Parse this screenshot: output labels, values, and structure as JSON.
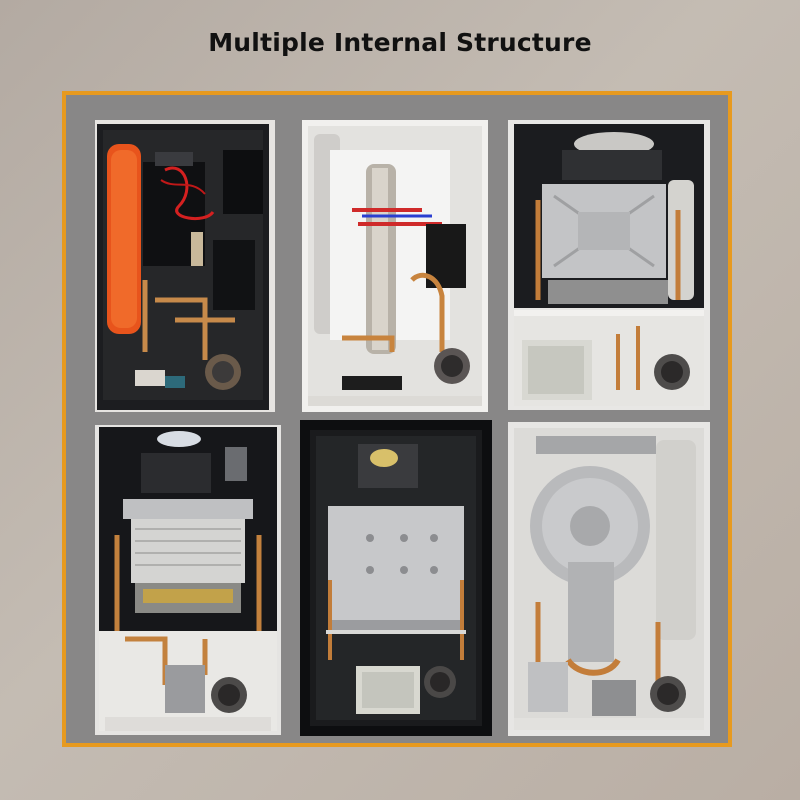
{
  "title": "Multiple Internal Structure",
  "accent_color": "#e79a1f",
  "panel_color": "#888787",
  "photos": [
    {
      "subject": "electric-boiler-dark-cabinet"
    },
    {
      "subject": "electric-boiler-white-cabinet"
    },
    {
      "subject": "gas-boiler-white-cabinet"
    },
    {
      "subject": "gas-boiler-dark-cabinet"
    },
    {
      "subject": "gas-boiler-glass-front"
    },
    {
      "subject": "gas-boiler-silver-fan"
    }
  ]
}
